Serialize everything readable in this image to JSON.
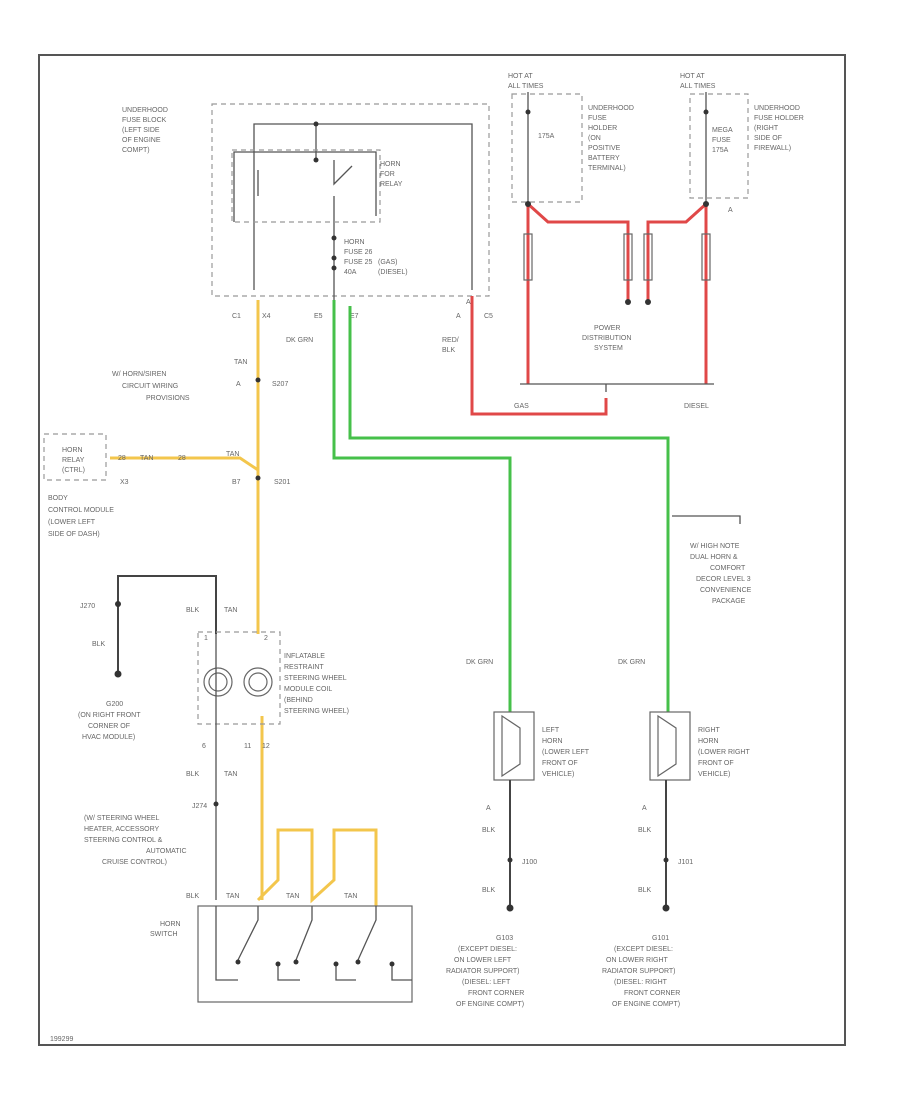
{
  "fuse_block": {
    "location": [
      "UNDERHOOD",
      "FUSE BLOCK",
      "(LEFT SIDE",
      "OF ENGINE",
      "COMPT)"
    ],
    "relay": [
      "HORN",
      "FOR",
      "RELAY"
    ],
    "fuse": [
      "HORN",
      "FUSE 26",
      "FUSE 25",
      "40A"
    ],
    "fuse_note": [
      "(GAS)",
      "(DIESEL)"
    ]
  },
  "pins": {
    "c1": "C1",
    "x4": "X4",
    "e5": "E5",
    "e7": "E7",
    "a": "A",
    "c5": "C5",
    "bottom_a": "A"
  },
  "hot_labels": {
    "left": [
      "HOT AT",
      "ALL TIMES"
    ],
    "right": [
      "HOT AT",
      "ALL TIMES"
    ]
  },
  "fuse_holders": {
    "left_fuse": "175A",
    "left_text": [
      "UNDERHOOD",
      "FUSE",
      "HOLDER",
      "(ON",
      "POSITIVE",
      "BATTERY",
      "TERMINAL)"
    ],
    "right_fuse": [
      "MEGA",
      "FUSE",
      "175A"
    ],
    "right_text": [
      "UNDERHOOD",
      "FUSE HOLDER",
      "(RIGHT",
      "SIDE OF",
      "FIREWALL)"
    ],
    "right_pin": "A"
  },
  "power_dist": {
    "text": [
      "POWER",
      "DISTRIBUTION",
      "SYSTEM"
    ],
    "gas": "GAS",
    "diesel": "DIESEL"
  },
  "wires": {
    "dk_grn": "DK GRN",
    "red_blk": [
      "RED/",
      "BLK"
    ],
    "tan": "TAN",
    "blk": "BLK",
    "circuit_28": "28"
  },
  "left_column": {
    "horn_siren": [
      "W/ HORN/SIREN",
      "CIRCUIT WIRING",
      "PROVISIONS"
    ],
    "s207": "S207",
    "s201": "S201",
    "s207_pin": "A",
    "s201_pin": "B7",
    "horn_relay_ctrl": [
      "HORN",
      "RELAY",
      "(CTRL)"
    ],
    "horn_relay_pin": "X3",
    "bcm": [
      "BODY",
      "CONTROL MODULE",
      "(LOWER LEFT",
      "SIDE OF DASH)"
    ]
  },
  "ground_left": {
    "j270": "J270",
    "g200": [
      "G200",
      "(ON RIGHT FRONT",
      "CORNER OF",
      "HVAC MODULE)"
    ]
  },
  "coil": {
    "pins_top": [
      "1",
      "2"
    ],
    "pins_bottom": [
      "6",
      "11",
      "12"
    ],
    "text": [
      "INFLATABLE",
      "RESTRAINT",
      "STEERING WHEEL",
      "MODULE COIL",
      "(BEHIND",
      "STEERING WHEEL)"
    ]
  },
  "j274": {
    "id": "J274",
    "text": [
      "(W/ STEERING WHEEL",
      "HEATER, ACCESSORY",
      "STEERING CONTROL &",
      "AUTOMATIC",
      "CRUISE CONTROL)"
    ]
  },
  "horn_switch": [
    "HORN",
    "SWITCH"
  ],
  "high_note": [
    "W/ HIGH NOTE",
    "DUAL HORN &",
    "COMFORT",
    "DECOR LEVEL 3",
    "CONVENIENCE",
    "PACKAGE"
  ],
  "left_horn": {
    "text": [
      "LEFT",
      "HORN",
      "(LOWER LEFT",
      "FRONT OF",
      "VEHICLE)"
    ],
    "pin": "A",
    "junction": "J100",
    "ground": [
      "G103",
      "(EXCEPT DIESEL:",
      "ON LOWER LEFT",
      "RADIATOR SUPPORT)",
      "(DIESEL: LEFT",
      "FRONT CORNER",
      "OF ENGINE COMPT)"
    ]
  },
  "right_horn": {
    "text": [
      "RIGHT",
      "HORN",
      "(LOWER RIGHT",
      "FRONT OF",
      "VEHICLE)"
    ],
    "pin": "A",
    "junction": "J101",
    "ground": [
      "G101",
      "(EXCEPT DIESEL:",
      "ON LOWER RIGHT",
      "RADIATOR SUPPORT)",
      "(DIESEL: RIGHT",
      "FRONT CORNER",
      "OF ENGINE COMPT)"
    ]
  },
  "figure_id": "199299",
  "colors": {
    "tan_wire": "#f3c64c",
    "green_wire": "#46c04a",
    "red_wire": "#e04848",
    "black_wire": "#444444"
  }
}
